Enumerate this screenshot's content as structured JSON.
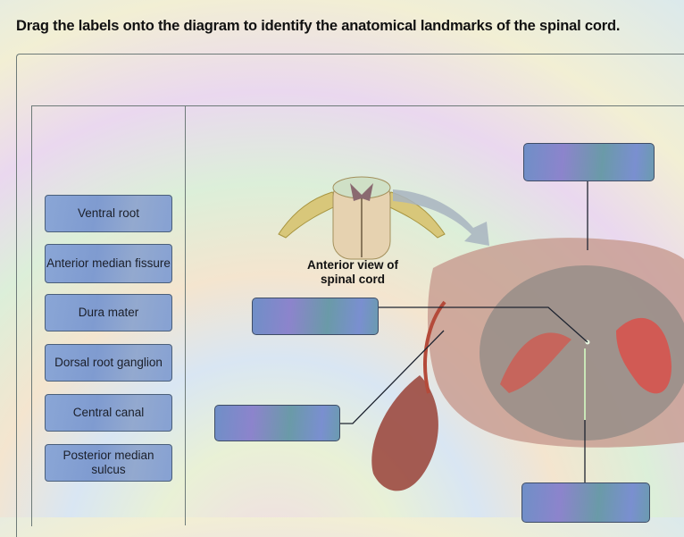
{
  "instruction": "Drag the labels onto the diagram to identify the anatomical landmarks of the spinal cord.",
  "labels": [
    {
      "text": "Ventral root"
    },
    {
      "text": "Anterior median fissure"
    },
    {
      "text": "Dura mater"
    },
    {
      "text": "Dorsal root ganglion"
    },
    {
      "text": "Central canal"
    },
    {
      "text": "Posterior median sulcus"
    }
  ],
  "diagram": {
    "caption": "Anterior view of spinal cord",
    "drop_zones": [
      "",
      "",
      "",
      ""
    ]
  }
}
